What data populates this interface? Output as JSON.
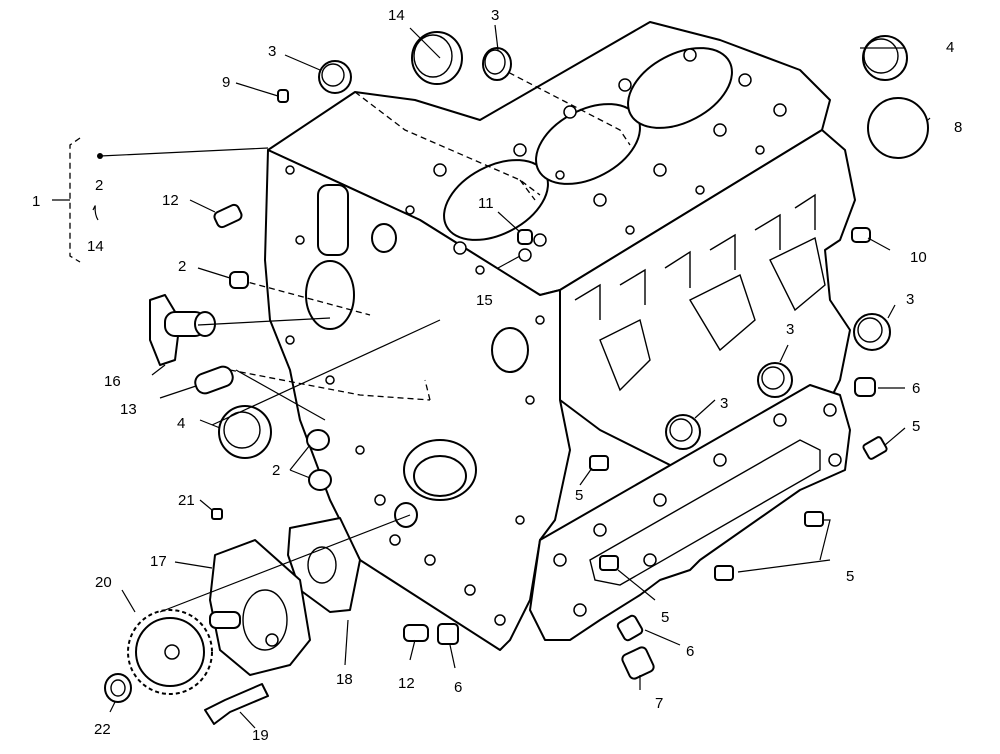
{
  "labels": {
    "l1": "1",
    "l2a": "2",
    "l14a": "14",
    "l14b": "14",
    "l3a": "3",
    "l3b": "3",
    "l3c": "3",
    "l3d": "3",
    "l3e": "3",
    "l4a": "4",
    "l4b": "4",
    "l8": "8",
    "l9": "9",
    "l12a": "12",
    "l12b": "12",
    "l11": "11",
    "l15": "15",
    "l2b": "2",
    "l2c": "2",
    "l10": "10",
    "l16": "16",
    "l13": "13",
    "l6a": "6",
    "l6b": "6",
    "l6c": "6",
    "l5a": "5",
    "l5b": "5",
    "l5c": "5",
    "l5d": "5",
    "l7": "7",
    "l21": "21",
    "l17": "17",
    "l20": "20",
    "l18": "18",
    "l19": "19",
    "l22": "22"
  }
}
